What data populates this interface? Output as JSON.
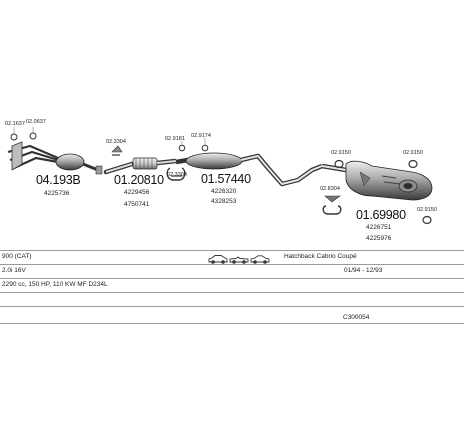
{
  "parts": {
    "downpipe": {
      "number": "04.193B",
      "ref": "4225736",
      "gasket_a": "02.1637",
      "gasket_b": "02.0637"
    },
    "front_pipe": {
      "number": "01.20810",
      "ref_a": "4229456",
      "ref_b": "4750741",
      "clamp": "02.3304"
    },
    "middle_silencer": {
      "number": "01.57440",
      "ref_a": "4226320",
      "ref_b": "4328253",
      "hanger_a": "02.9181",
      "hanger_b": "02.9174",
      "clamp": "02.3304"
    },
    "rear_silencer": {
      "number": "01.69980",
      "ref_a": "4226751",
      "ref_b": "4225976",
      "hanger_a": "02.9150",
      "hanger_b": "02.9150",
      "hanger_c": "02.9150",
      "clamp": "02.8304"
    }
  },
  "vehicle": {
    "model": "900 (CAT)",
    "body": "Hatchback Cabrio Coupé",
    "engine": "2.0i 16V",
    "years": "01/94 - 12/93",
    "spec": "2290 cc, 150 HP, 110 KW MF D234L",
    "code": "C300054"
  }
}
